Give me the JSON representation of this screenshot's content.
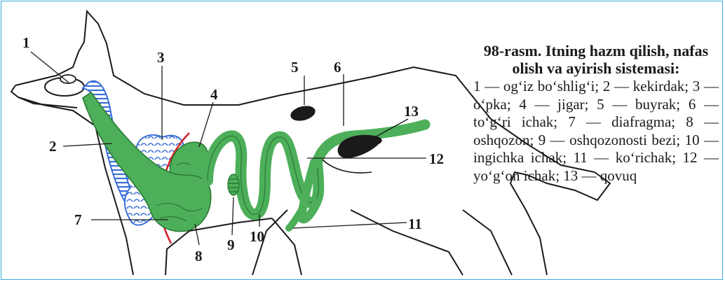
{
  "figure": {
    "title": "98-rasm. Itning hazm qilish, nafas olish va ayirish sistemasi:",
    "legend": "1 — og‘iz bo‘shlig‘i; 2 — kekirdak; 3 — o‘pka; 4 — jigar; 5 — buyrak; 6 — to‘g‘ri ichak; 7 — diafragma; 8 — oshqozon; 9 — oshqozonosti bezi; 10 — ingichka ichak; 11 — ko‘richak; 12 — yo‘g‘on ichak; 13 — qovuq"
  },
  "labels": {
    "n1": "1",
    "n2": "2",
    "n3": "3",
    "n4": "4",
    "n5": "5",
    "n6": "6",
    "n7": "7",
    "n8": "8",
    "n9": "9",
    "n10": "10",
    "n11": "11",
    "n12": "12",
    "n13": "13"
  },
  "colors": {
    "frame": "#39a9d6",
    "digestive": "#4daf5a",
    "respiratory": "#3a6fd8",
    "diaphragm": "#d3232a",
    "kidney": "#1a1a1a",
    "outline": "#1a1a1a"
  }
}
